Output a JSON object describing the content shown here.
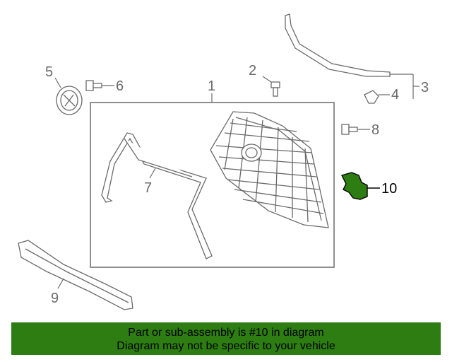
{
  "labels": {
    "part1": "1",
    "part2": "2",
    "part3": "3",
    "part4": "4",
    "part5": "5",
    "part6": "6",
    "part7": "7",
    "part8": "8",
    "part9": "9",
    "part10": "10"
  },
  "highlight_color": "#2e7d12",
  "line_color": "#6a6a6a",
  "banner": {
    "line1": "Part or sub-assembly is #10 in diagram",
    "line2": "Diagram may not be specific to your vehicle"
  }
}
